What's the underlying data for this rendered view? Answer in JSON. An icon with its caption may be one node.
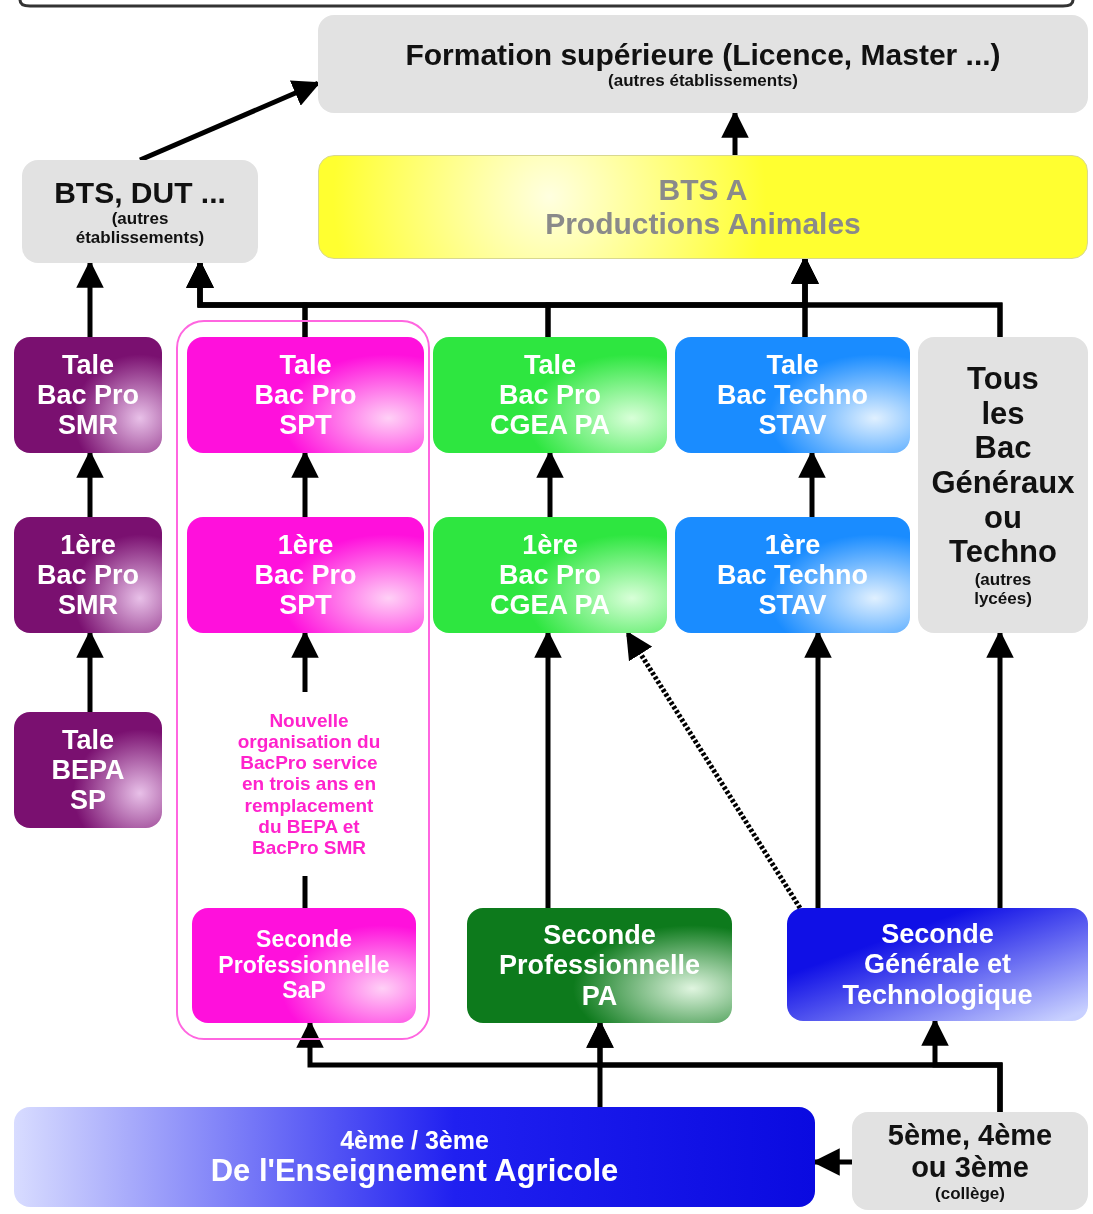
{
  "diagram": {
    "nodes": [
      {
        "text": [
          "Formation supérieure (Licence, Master ...)",
          "(autres établissements)"
        ]
      },
      {
        "text": [
          "BTS, DUT ...",
          "(autres établissements)"
        ]
      },
      {
        "text": [
          "BTS A Productions Animales"
        ]
      },
      {
        "text": [
          "Tale Bac Pro SMR"
        ]
      },
      {
        "text": [],
        "shape": "box"
      },
      {
        "text": [
          "Tale Bac Pro SPT"
        ],
        "in": 4
      },
      {
        "text": [
          "Tale Bac Pro CGEA PA"
        ]
      },
      {
        "text": [
          "Tale Bac Techno STAV"
        ]
      },
      {
        "text": [
          "Tous les Bac Généraux ou Techno",
          "(autres lycées)"
        ]
      },
      {
        "text": [
          "1ère Bac Pro SMR"
        ]
      },
      {
        "text": [
          "1ère Bac Pro SPT"
        ],
        "in": 4
      },
      {
        "text": [
          "1ère Bac Pro CGEA PA"
        ]
      },
      {
        "text": [
          "1ère Bac Techno STAV"
        ]
      },
      {
        "text": [
          "Tale BEPA SP"
        ]
      },
      {
        "text": [
          "Nouvelle organisation du BacPro service en trois ans en remplacement du BEPA et BacPro SMR"
        ],
        "in": 4
      },
      {
        "text": [
          "Seconde Professionnelle SaP"
        ],
        "in": 4
      },
      {
        "text": [
          "Seconde Professionnelle PA"
        ]
      },
      {
        "text": [
          "Seconde Générale et Technologique"
        ]
      },
      {
        "text": [
          "4ème / 3ème",
          "De l'Enseignement Agricole"
        ]
      },
      {
        "text": [
          "5ème, 4ème ou 3ème",
          "(collège)"
        ]
      }
    ],
    "edges": [
      {
        "from": 1,
        "to": 0,
        "arrow": "to"
      },
      {
        "from": 2,
        "to": 0,
        "arrow": "to"
      },
      {
        "from": 3,
        "to": 1,
        "arrow": "to"
      },
      {
        "from": 5,
        "to": 1,
        "arrow": "to"
      },
      {
        "from": 5,
        "to": 2,
        "arrow": "to"
      },
      {
        "from": 6,
        "to": 1,
        "arrow": "to"
      },
      {
        "from": 6,
        "to": 2,
        "arrow": "to"
      },
      {
        "from": 7,
        "to": 1,
        "arrow": "to"
      },
      {
        "from": 7,
        "to": 2,
        "arrow": "to"
      },
      {
        "from": 8,
        "to": 1,
        "arrow": "to"
      },
      {
        "from": 8,
        "to": 2,
        "arrow": "to"
      },
      {
        "from": 9,
        "to": 3,
        "arrow": "to"
      },
      {
        "from": 10,
        "to": 5,
        "arrow": "to"
      },
      {
        "from": 11,
        "to": 6,
        "arrow": "to"
      },
      {
        "from": 12,
        "to": 7,
        "arrow": "to"
      },
      {
        "from": 13,
        "to": 9,
        "arrow": "to"
      },
      {
        "from": 14,
        "to": 10,
        "arrow": "to"
      },
      {
        "from": 15,
        "to": 14,
        "arrow": "none"
      },
      {
        "from": 16,
        "to": 11,
        "arrow": "to"
      },
      {
        "from": 17,
        "to": 11,
        "arrow": "to",
        "style": "dashed"
      },
      {
        "from": 17,
        "to": 12,
        "arrow": "to"
      },
      {
        "from": 17,
        "to": 8,
        "arrow": "to"
      },
      {
        "from": 19,
        "to": 15,
        "arrow": "to"
      },
      {
        "from": 19,
        "to": 16,
        "arrow": "to"
      },
      {
        "from": 19,
        "to": 17,
        "arrow": "to"
      },
      {
        "from": 18,
        "to": 16,
        "arrow": "to"
      },
      {
        "from": 19,
        "to": 18,
        "arrow": "to"
      }
    ]
  }
}
